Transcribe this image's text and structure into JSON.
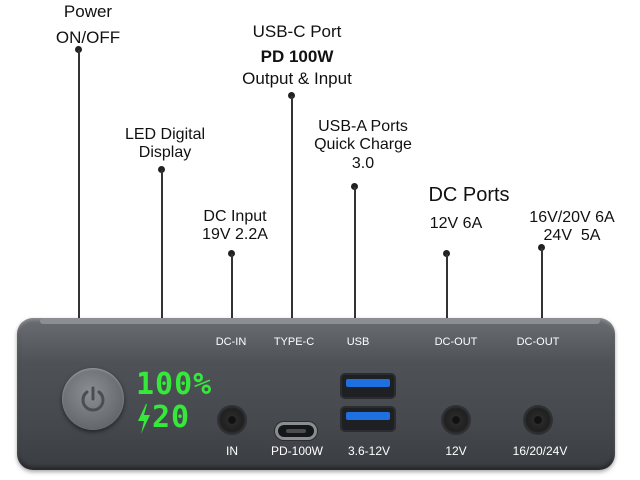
{
  "callouts": {
    "power": [
      "Power",
      "ON/OFF"
    ],
    "led_display": [
      "LED Digital",
      "Display"
    ],
    "dc_input": [
      "DC Input",
      "19V 2.2A"
    ],
    "usb_c": {
      "line1": "USB-C Port",
      "line2": "PD 100W",
      "line3": "Output & Input"
    },
    "usb_a": [
      "USB-A Ports",
      "Quick Charge",
      "3.0"
    ],
    "dc_ports": {
      "title": "DC Ports",
      "port1": "12V 6A",
      "port2_line1": "16V/20V 6A",
      "port2_line2": "24V  5A"
    }
  },
  "port_labels": [
    "DC-IN",
    "TYPE-C",
    "USB",
    "DC-OUT",
    "DC-OUT"
  ],
  "bottom_labels": [
    "IN",
    "PD-100W",
    "3.6-12V",
    "12V",
    "16/20/24V"
  ],
  "led": {
    "percent": "100%",
    "power": "20",
    "color": "#35e83a"
  },
  "colors": {
    "body": "#4e5257",
    "usb_accent": "#1e6fe0"
  },
  "icons": {
    "power": "power-icon",
    "bolt": "bolt-icon"
  }
}
